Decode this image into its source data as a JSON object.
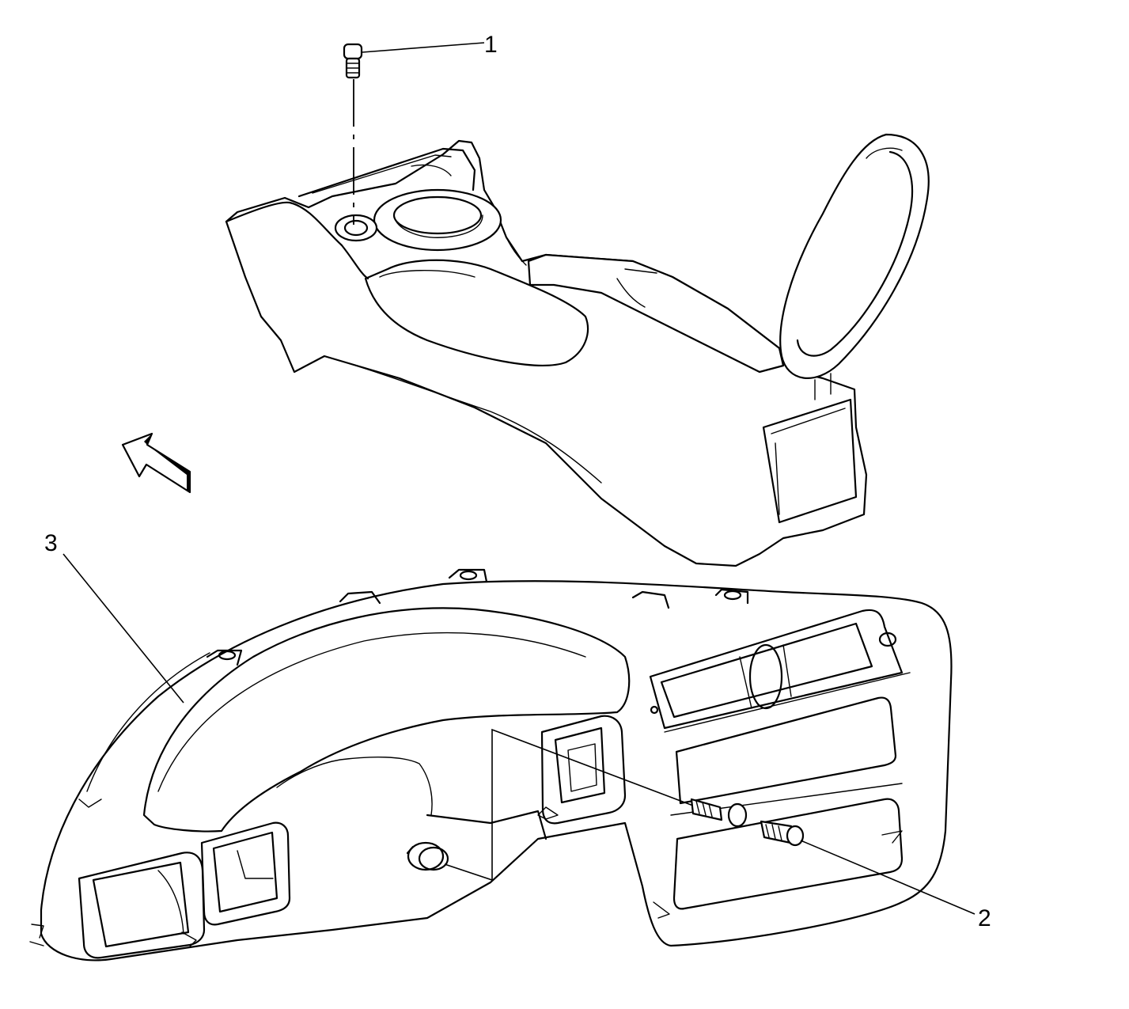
{
  "callouts": {
    "one": "1",
    "two": "2",
    "three": "3"
  },
  "colors": {
    "line": "#000000",
    "background": "#ffffff"
  },
  "icons": {
    "direction_arrow": "forward-arrow-icon"
  }
}
